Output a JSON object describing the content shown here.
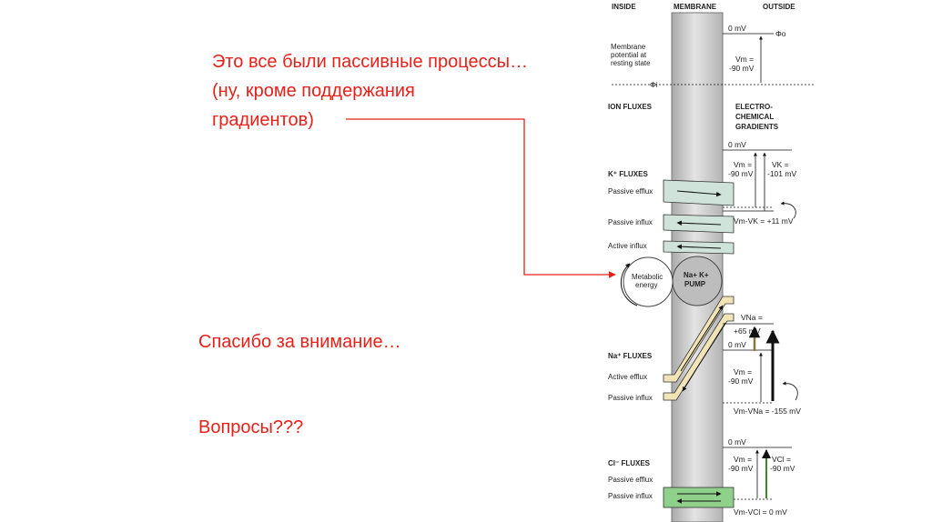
{
  "slide": {
    "line1": "Это все были пассивные процессы…",
    "line2": "(ну, кроме поддержания",
    "line3": "градиентов)",
    "thanks": "Спасибо за внимание…",
    "questions": "Вопросы???"
  },
  "diagram": {
    "inside": "INSIDE",
    "membrane": "MEMBRANE",
    "outside": "OUTSIDE",
    "membrane_potential_1": "Membrane",
    "membrane_potential_2": "potential at",
    "membrane_potential_3": "resting state",
    "phi_o": "Φo",
    "phi_i": "Φi",
    "ion_fluxes": "ION FLUXES",
    "electro_1": "ELECTRO-",
    "electro_2": "CHEMICAL",
    "electro_3": "GRADIENTS",
    "k_fluxes": "K⁺ FLUXES",
    "na_fluxes": "Na⁺ FLUXES",
    "cl_fluxes": "Cl⁻ FLUXES",
    "passive_efflux": "Passive efflux",
    "passive_influx": "Passive influx",
    "active_influx": "Active influx",
    "active_efflux": "Active efflux",
    "metabolic_1": "Metabolic",
    "metabolic_2": "energy",
    "pump_1": "Na+ K+",
    "pump_2": "PUMP",
    "zero_mv": "0 mV",
    "vm_eq": "Vm =",
    "minus90": "-90 mV",
    "vk_eq": "VK =",
    "minus101": "-101 mV",
    "vm_vk": "Vm-VK = +11 mV",
    "vna_eq": "VNa =",
    "plus65": "+65 mV",
    "vm_vna": "Vm-VNa = -155 mV",
    "vcl_eq": "VCl =",
    "vm_vcl": "Vm-VCl = 0 mV",
    "colors": {
      "text_red": "#e8211a",
      "connector": "#e8211a",
      "k_channel": "#cfe3da",
      "na_channel": "#f1e4b6",
      "cl_channel": "#8fd08a"
    }
  }
}
